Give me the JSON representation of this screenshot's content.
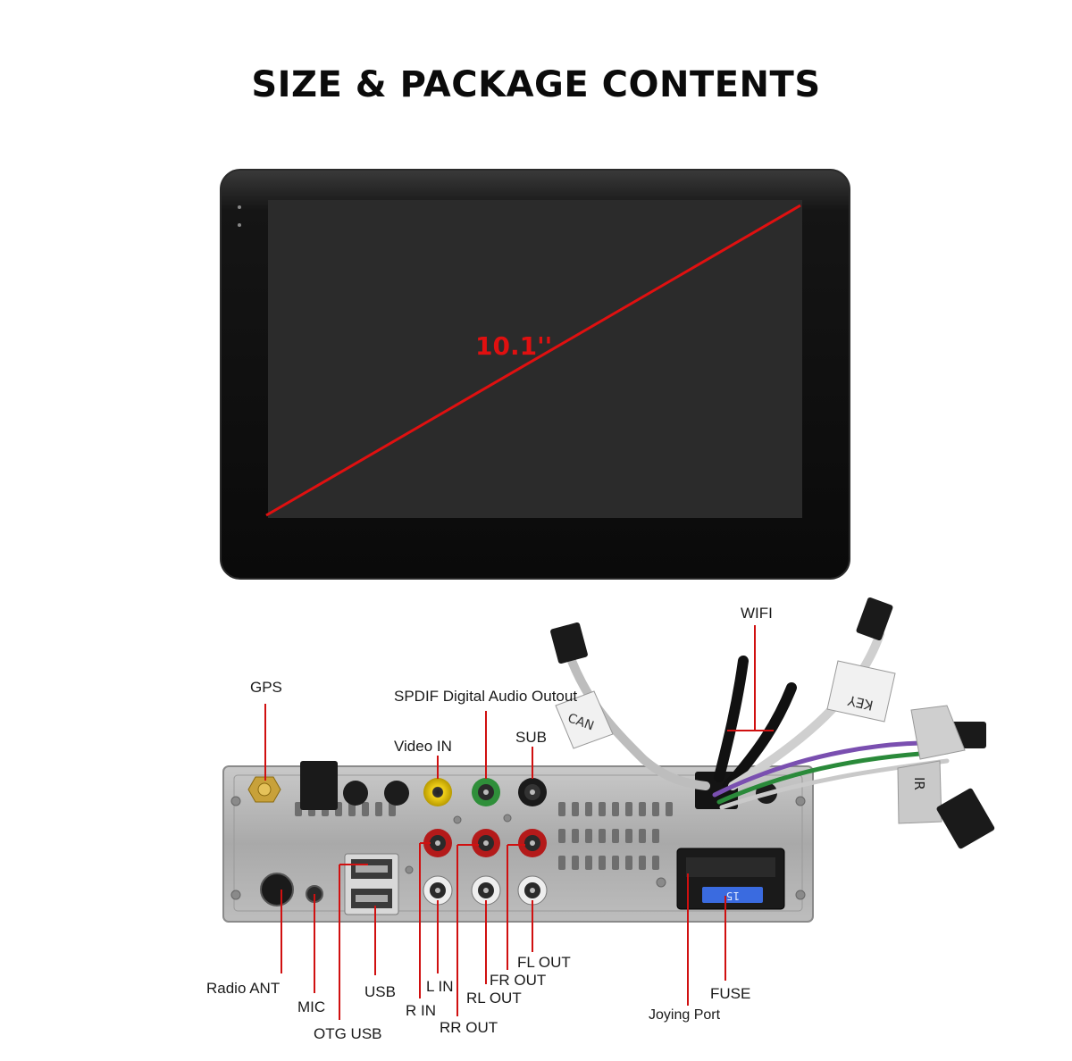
{
  "title": "SIZE & PACKAGE CONTENTS",
  "screen": {
    "size_label": "10.1''",
    "accent_color": "#e01010"
  },
  "labels": {
    "gps": "GPS",
    "spdif": "SPDIF Digital Audio Outout",
    "video_in": "Video IN",
    "sub": "SUB",
    "wifi": "WIFI",
    "radio_ant": "Radio ANT",
    "mic": "MIC",
    "otg_usb": "OTG USB",
    "usb": "USB",
    "r_in": "R IN",
    "l_in": "L IN",
    "rr_out": "RR OUT",
    "rl_out": "RL OUT",
    "fr_out": "FR OUT",
    "fl_out": "FL OUT",
    "joying_port": "Joying Port",
    "fuse": "FUSE"
  },
  "cable_tags": {
    "can": "CAN",
    "key": "KEY",
    "ir": "IR"
  },
  "fuse_value": "15"
}
